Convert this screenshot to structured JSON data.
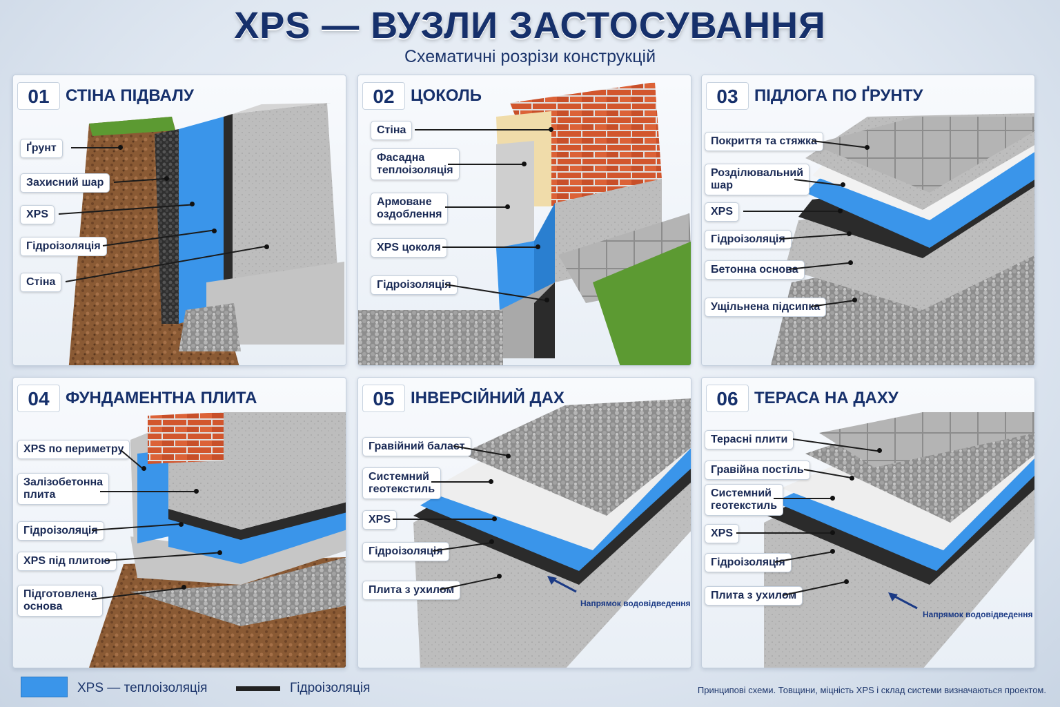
{
  "title": "XPS — ВУЗЛИ ЗАСТОСУВАННЯ",
  "subtitle": "Схематичні розрізи конструкцій",
  "colors": {
    "xps": "#3a95ea",
    "waterproofing": "#222222",
    "title": "#16306b"
  },
  "panels": [
    {
      "number": "01",
      "title": "СТІНА ПІДВАЛУ",
      "labels": [
        "Ґрунт",
        "Захисний шар",
        "XPS",
        "Гідроізоляція",
        "Стіна"
      ]
    },
    {
      "number": "02",
      "title": "ЦОКОЛЬ",
      "labels": [
        "Стіна",
        "Фасадна\nтеплоізоляція",
        "Армоване\nоздоблення",
        "XPS цоколя",
        "Гідроізоляція"
      ]
    },
    {
      "number": "03",
      "title": "ПІДЛОГА ПО ҐРУНТУ",
      "labels": [
        "Покриття та стяжка",
        "Розділювальний\nшар",
        "XPS",
        "Гідроізоляція",
        "Бетонна основа",
        "Ущільнена підсипка"
      ]
    },
    {
      "number": "04",
      "title": "ФУНДАМЕНТНА ПЛИТА",
      "labels": [
        "XPS по периметру",
        "Залізобетонна\nплита",
        "Гідроізоляція",
        "XPS під плитою",
        "Підготовлена\nоснова"
      ]
    },
    {
      "number": "05",
      "title": "ІНВЕРСІЙНИЙ ДАХ",
      "labels": [
        "Гравійний баласт",
        "Системний\nгеотекстиль",
        "XPS",
        "Гідроізоляція",
        "Плита з ухилом"
      ],
      "drain": "Напрямок водовідведення"
    },
    {
      "number": "06",
      "title": "ТЕРАСА НА ДАХУ",
      "labels": [
        "Терасні плити",
        "Гравійна постіль",
        "Системний\nгеотекстиль",
        "XPS",
        "Гідроізоляція",
        "Плита з ухилом"
      ],
      "drain": "Напрямок водовідведення"
    }
  ],
  "legend": {
    "xps": "XPS — теплоізоляція",
    "waterproofing": "Гідроізоляція"
  },
  "footnote": "Принципові схеми. Товщини, міцність XPS і склад системи визначаються проектом."
}
